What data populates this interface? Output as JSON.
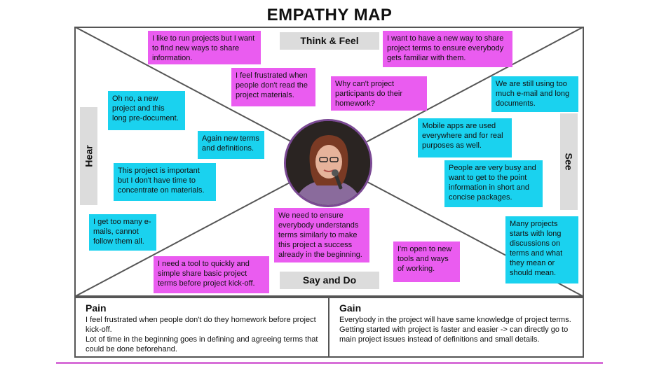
{
  "title": "EMPATHY MAP",
  "sections": {
    "think_feel": "Think & Feel",
    "hear": "Hear",
    "see": "See",
    "say_do": "Say and Do"
  },
  "notes": [
    {
      "text": "I like to run projects but I want to find new ways to share information.",
      "color": "pink"
    },
    {
      "text": "I want to have a new way to share project terms to ensure everybody gets familiar with them.",
      "color": "pink"
    },
    {
      "text": "I feel frustrated when people don't read the project materials.",
      "color": "pink"
    },
    {
      "text": "Why can't project participants do their homework?",
      "color": "pink"
    },
    {
      "text": "We are still using too much e-mail and long documents.",
      "color": "cyan"
    },
    {
      "text": "Oh no, a new project and this long pre-document.",
      "color": "cyan"
    },
    {
      "text": "Again new terms and definitions.",
      "color": "cyan"
    },
    {
      "text": "This project is important but I don't have time to concentrate on materials.",
      "color": "cyan"
    },
    {
      "text": "Mobile apps are used everywhere and for real purposes as well.",
      "color": "cyan"
    },
    {
      "text": "People are very busy and want to get to the point information in short and concise packages.",
      "color": "cyan"
    },
    {
      "text": "I get too many e-mails, cannot follow them all.",
      "color": "cyan"
    },
    {
      "text": "We need to ensure everybody understands terms similarly to make this project a success already in the beginning.",
      "color": "pink"
    },
    {
      "text": "I'm open to new tools and ways of working.",
      "color": "pink"
    },
    {
      "text": "Many projects starts with long discussions on terms and what they mean or should mean.",
      "color": "cyan"
    },
    {
      "text": "I need a tool to quickly and simple share basic project terms before project kick-off.",
      "color": "pink"
    }
  ],
  "pain": {
    "heading": "Pain",
    "line1": "I feel frustrated when people don't do they homework before project kick-off.",
    "line2": "Lot of time in the beginning goes in defining and agreeing terms that could be done beforehand."
  },
  "gain": {
    "heading": "Gain",
    "line1": "Everybody in the project will have same knowledge of project terms.",
    "line2": "Getting started with project is faster and easier -> can directly go to main project issues instead of definitions and small details."
  },
  "colors": {
    "pink": "#ea5cf0",
    "cyan": "#1ad2ef",
    "label_bg": "#dcdcdc",
    "frame": "#555555"
  }
}
